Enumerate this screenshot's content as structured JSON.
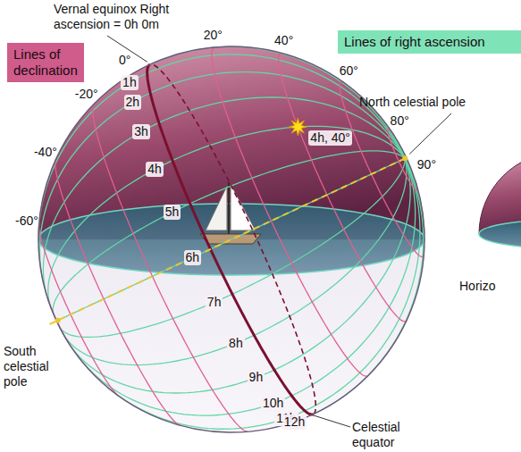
{
  "diagram": {
    "nodes": [
      {
        "text": [
          "Lines of declination"
        ]
      },
      {
        "text": [
          "Lines of right ascension"
        ]
      }
    ],
    "labels": [
      "Vernal equinox Right ascension = 0h 0m",
      "0°",
      "20°",
      "40°",
      "60°",
      "80°",
      "90°",
      "-20°",
      "-40°",
      "-60°",
      "1h",
      "2h",
      "3h",
      "4h",
      "5h",
      "6h",
      "7h",
      "8h",
      "9h",
      "10h",
      "11h",
      "12h",
      "4h, 40°",
      "North celestial pole",
      "South celestial pole",
      "Celestial equator",
      "Horizo"
    ]
  }
}
